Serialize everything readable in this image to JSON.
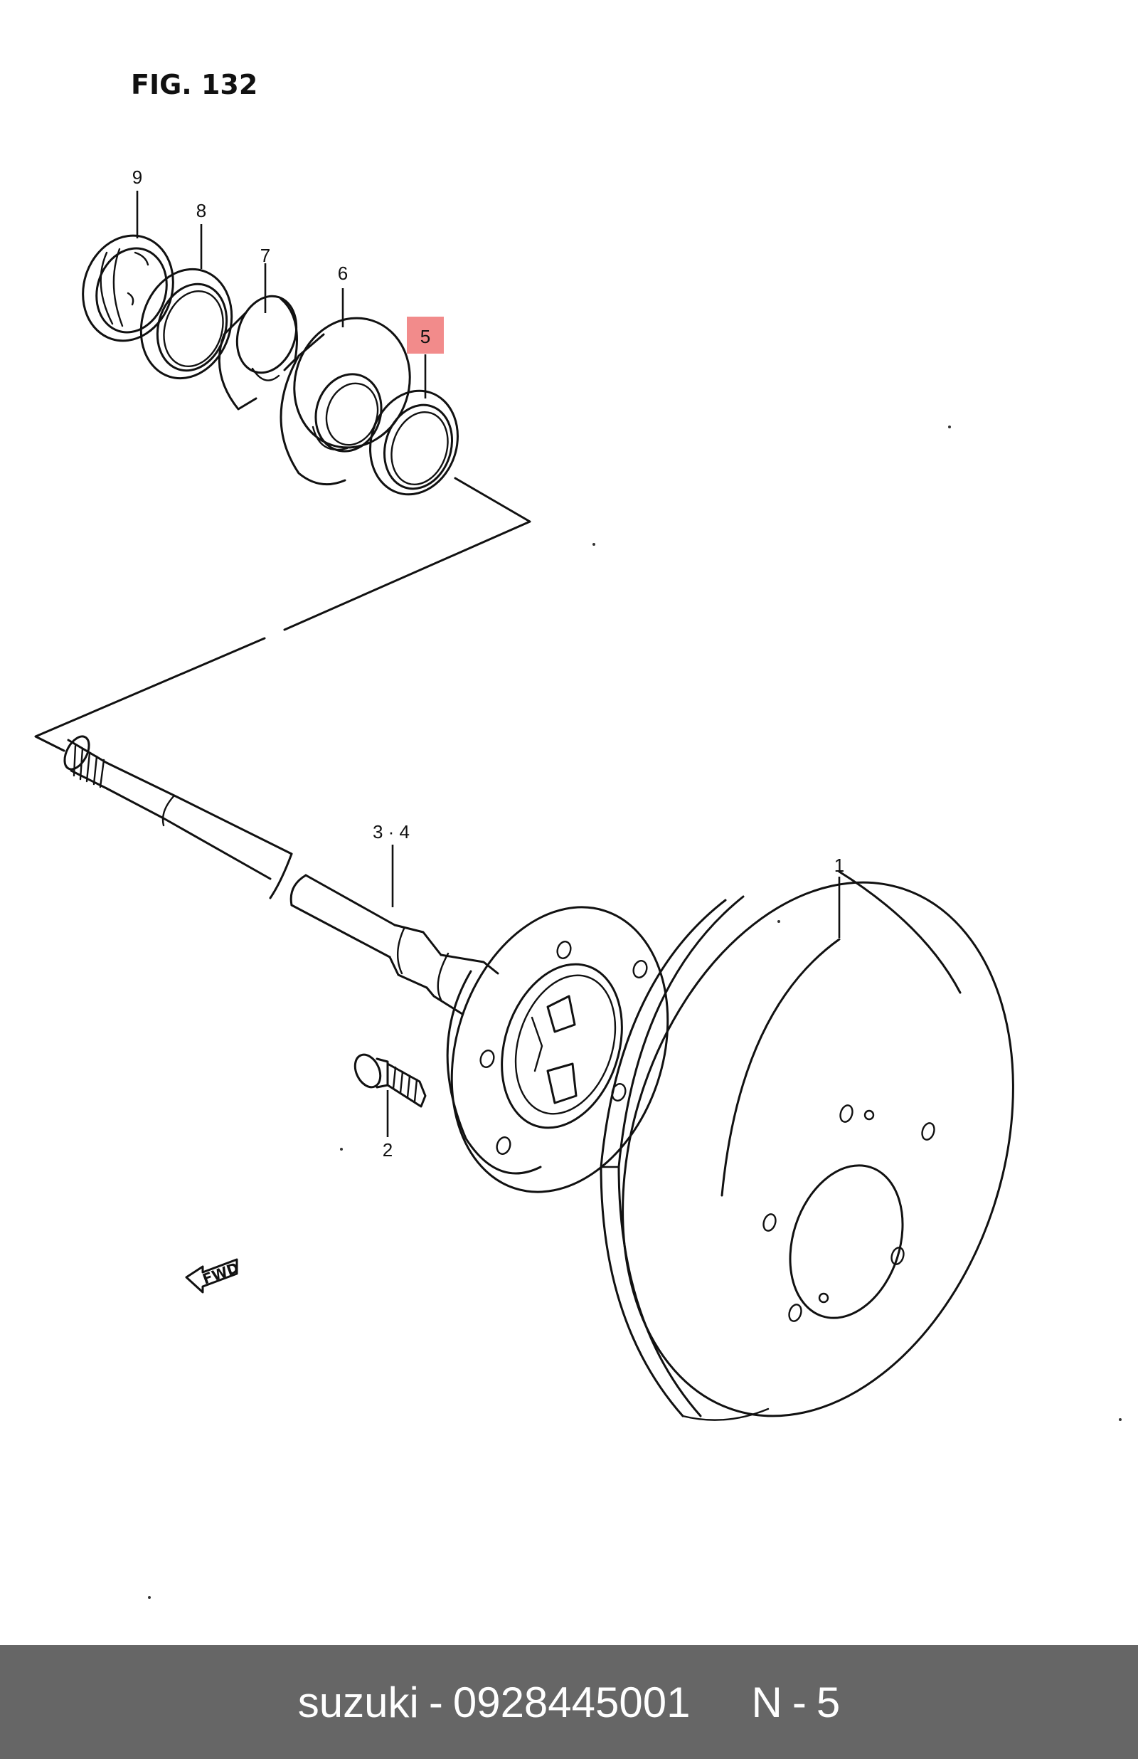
{
  "figure": {
    "title": "FIG. 132"
  },
  "callouts": {
    "drum": "1",
    "stud": "2",
    "shaft": "3 · 4",
    "retainer_ring": "5",
    "bearing": "6",
    "spacer": "7",
    "oil_seal": "8",
    "seal_cap": "9"
  },
  "highlight": {
    "color": "#f28b8b",
    "callout": "retainer_ring"
  },
  "fwd_marker": {
    "label": "FWD",
    "icon": "fwd-arrow-icon"
  },
  "footer": {
    "brand": "suzuki",
    "separator": "-",
    "part_number": "0928445001",
    "position_label": "N",
    "position_separator": "-",
    "position_value": "5",
    "background": "#666666",
    "text_color": "#ffffff"
  }
}
